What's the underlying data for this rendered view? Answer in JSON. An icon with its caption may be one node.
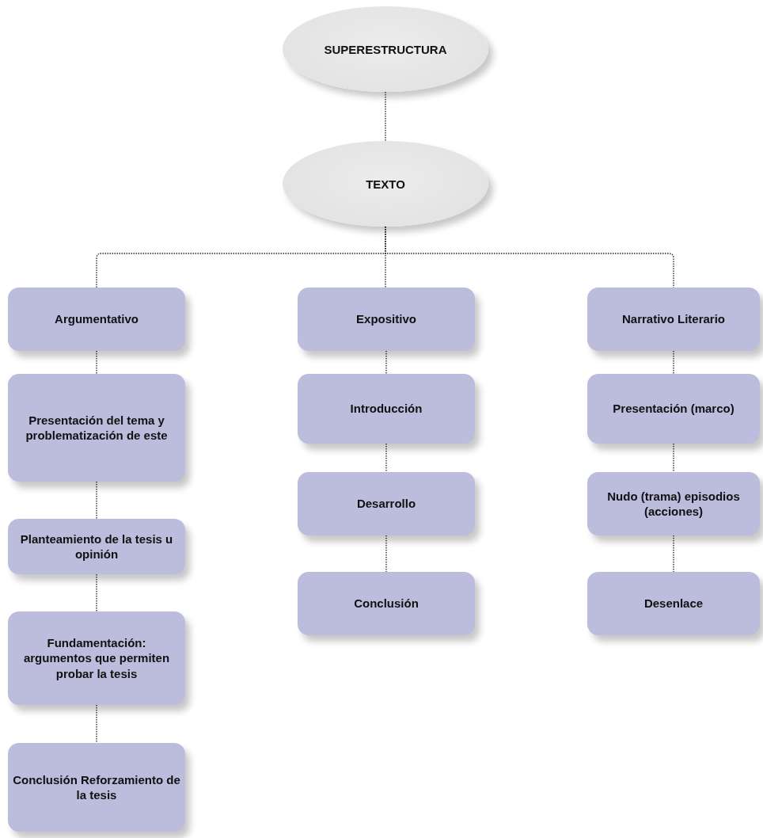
{
  "diagram": {
    "nodes": [
      {
        "text": [
          "SUPERESTRUCTURA"
        ]
      },
      {
        "text": [
          "TEXTO"
        ]
      },
      {
        "text": [
          "Argumentativo"
        ]
      },
      {
        "text": [
          "Expositivo"
        ]
      },
      {
        "text": [
          "Narrativo Literario"
        ]
      },
      {
        "text": [
          "Presentación del tema y problematización de este"
        ]
      },
      {
        "text": [
          "Planteamiento de la tesis u opinión"
        ]
      },
      {
        "text": [
          "Fundamentación: argumentos que permiten probar la tesis"
        ]
      },
      {
        "text": [
          "Conclusión Reforzamiento de la tesis"
        ]
      },
      {
        "text": [
          "Introducción"
        ]
      },
      {
        "text": [
          "Desarrollo"
        ]
      },
      {
        "text": [
          "Conclusión"
        ]
      },
      {
        "text": [
          "Presentación (marco)"
        ]
      },
      {
        "text": [
          "Nudo (trama) episodios (acciones)"
        ]
      },
      {
        "text": [
          "Desenlace"
        ]
      }
    ],
    "edges": [
      {
        "from": 0,
        "to": 1,
        "arrow": "none"
      },
      {
        "from": 1,
        "to": 2,
        "arrow": "none"
      },
      {
        "from": 1,
        "to": 3,
        "arrow": "none"
      },
      {
        "from": 1,
        "to": 4,
        "arrow": "none"
      },
      {
        "from": 2,
        "to": 5,
        "arrow": "none"
      },
      {
        "from": 5,
        "to": 6,
        "arrow": "none"
      },
      {
        "from": 6,
        "to": 7,
        "arrow": "none"
      },
      {
        "from": 7,
        "to": 8,
        "arrow": "none"
      },
      {
        "from": 3,
        "to": 9,
        "arrow": "none"
      },
      {
        "from": 9,
        "to": 10,
        "arrow": "none"
      },
      {
        "from": 10,
        "to": 11,
        "arrow": "none"
      },
      {
        "from": 4,
        "to": 12,
        "arrow": "none"
      },
      {
        "from": 12,
        "to": 13,
        "arrow": "none"
      },
      {
        "from": 13,
        "to": 14,
        "arrow": "none"
      }
    ]
  }
}
